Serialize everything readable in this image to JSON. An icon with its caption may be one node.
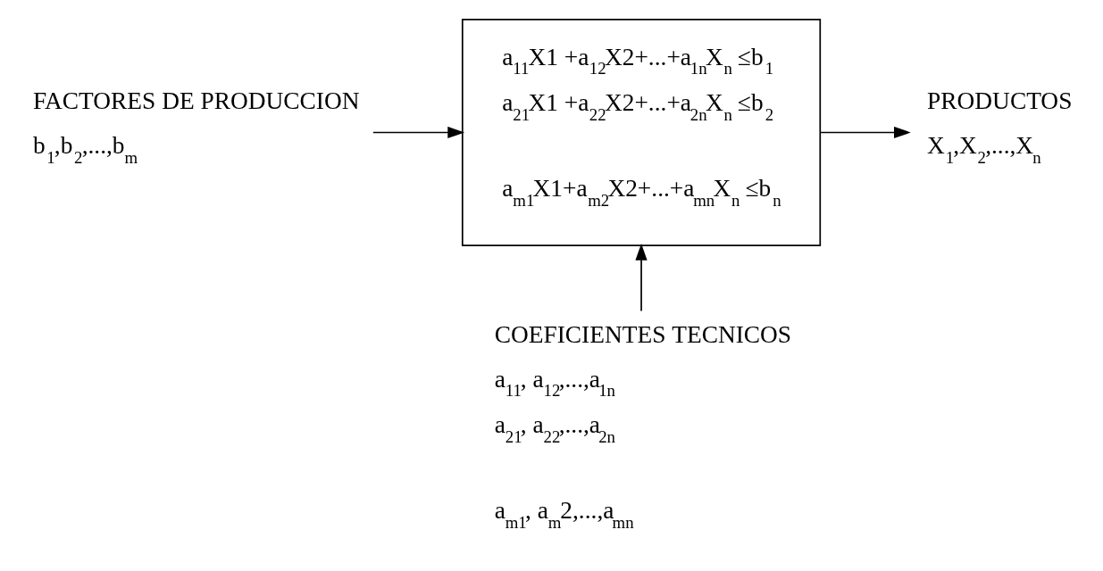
{
  "diagram": {
    "nodes": [
      {
        "text": [
          "FACTORES DE PRODUCCION",
          "b$_{1}$,b$_{2}$,...,b$_{m}$"
        ]
      },
      {
        "text": [
          "a$_{11}$X1 +a$_{12}$X2+...+a$_{1n}$X$_{n}$ ≤b$_{1}$",
          "a$_{21}$X1 +a$_{22}$X2+...+a$_{2n}$X$_{n}$ ≤b$_{2}$",
          "a$_{m1}$X1+a$_{m2}$X2+...+a$_{mn}$X$_{n}$ ≤b$_{n}$"
        ]
      },
      {
        "text": [
          "PRODUCTOS",
          "X$_{1}$,X$_{2}$,...,X$_{n}$"
        ]
      },
      {
        "text": [
          "COEFICIENTES TECNICOS",
          "a$_{11}$, a$_{12}$,...,a$_{1n}$",
          "a$_{21}$, a$_{22}$,...,a$_{2n}$",
          "a$_{m1}$, a$_{m}$2,...,a$_{mn}$"
        ]
      }
    ],
    "edges": [
      {
        "from": 0,
        "to": 1,
        "arrow": "to"
      },
      {
        "from": 1,
        "to": 2,
        "arrow": "to"
      },
      {
        "from": 3,
        "to": 1,
        "arrow": "to"
      }
    ]
  }
}
